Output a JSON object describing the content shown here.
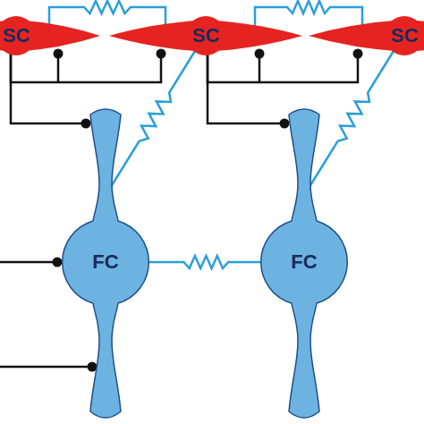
{
  "diagram": {
    "nodes": [
      {
        "text": [
          "SC"
        ]
      },
      {
        "text": [
          "SC"
        ]
      },
      {
        "text": [
          "SC"
        ]
      },
      {
        "text": [
          "FC"
        ]
      },
      {
        "text": [
          "FC"
        ]
      }
    ],
    "edges": [
      {
        "from": 0,
        "to": 1,
        "arrow": "none"
      },
      {
        "from": 1,
        "to": 2,
        "arrow": "none"
      },
      {
        "from": 3,
        "to": 1,
        "arrow": "none"
      },
      {
        "from": 4,
        "to": 2,
        "arrow": "none"
      },
      {
        "from": 3,
        "to": 4,
        "arrow": "none"
      },
      {
        "from": 0,
        "to": 1,
        "arrow": "to"
      },
      {
        "from": 0,
        "to": 3,
        "arrow": "to"
      },
      {
        "from": 1,
        "to": 2,
        "arrow": "to"
      },
      {
        "from": 1,
        "to": 4,
        "arrow": "to"
      }
    ]
  }
}
